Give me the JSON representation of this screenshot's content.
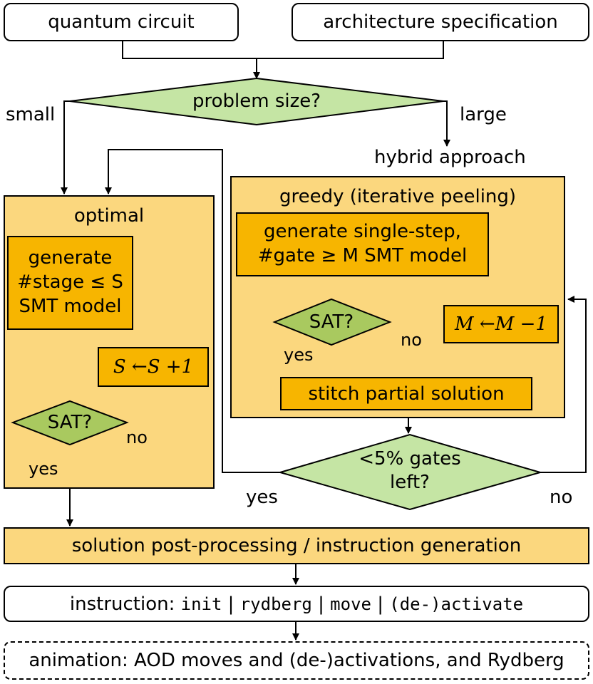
{
  "input_quantum": "quantum circuit",
  "input_arch": "architecture specification",
  "decision_size": "problem size?",
  "label_small": "small",
  "label_large": "large",
  "label_hybrid": "hybrid approach",
  "optimal": {
    "title": "optimal",
    "gen_line1": "generate",
    "gen_line2": "#stage ≤ S",
    "gen_line3": "SMT model",
    "update": "S ←S +1",
    "sat": "SAT?",
    "no": "no",
    "yes": "yes"
  },
  "greedy": {
    "title": "greedy (iterative peeling)",
    "gen_line1": "generate single-step,",
    "gen_line2": "#gate ≥ M  SMT model",
    "sat": "SAT?",
    "update": "M ←M −1",
    "no": "no",
    "yes": "yes",
    "stitch": "stitch partial solution"
  },
  "decision_gates_line1": "<5% gates",
  "decision_gates_line2": "left?",
  "gates_yes": "yes",
  "gates_no": "no",
  "postproc": "solution post-processing / instruction generation",
  "instruction": {
    "prefix": "instruction: ",
    "init": "init",
    "sep1": " | ",
    "rydberg": "rydberg",
    "sep2": " | ",
    "move": "move",
    "sep3": " | ",
    "activate": "(de-)activate"
  },
  "animation": "animation: AOD moves and (de-)activations, and Rydberg",
  "colors": {
    "diamond_green": "#c5e5a4",
    "diamond_olive": "#a9c95f",
    "box_light": "#fbd77e",
    "box_dark": "#f7b500"
  }
}
